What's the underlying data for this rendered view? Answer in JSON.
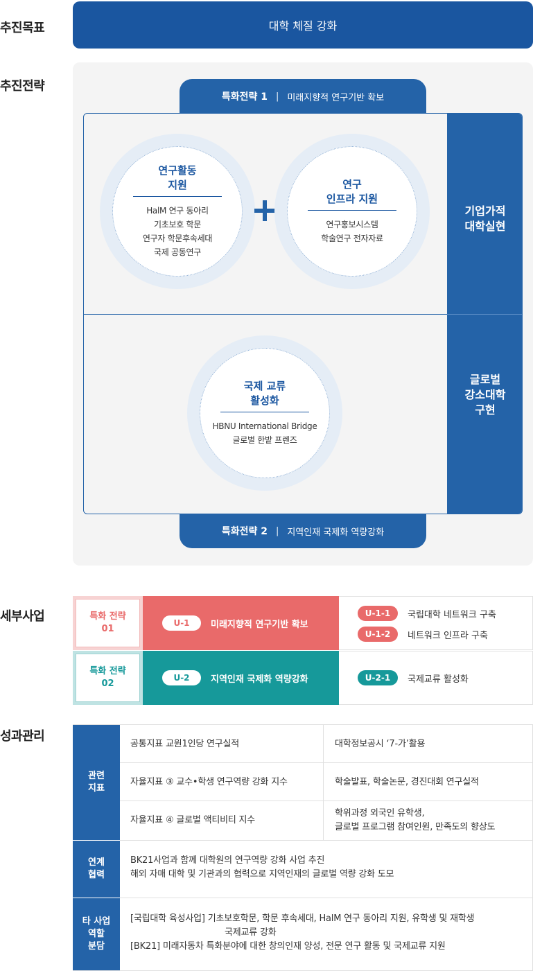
{
  "labels": {
    "goal": "추진목표",
    "strategy": "추진전략",
    "detail": "세부사업",
    "performance": "성과관리"
  },
  "goal": {
    "text": "대학 체질 강화"
  },
  "strategy": {
    "tab1": {
      "title": "특화전략 1",
      "desc": "미래지향적 연구기반 확보"
    },
    "tab2": {
      "title": "특화전략 2",
      "desc": "지역인재 국제화 역량강화"
    },
    "side1": [
      "기업가적",
      "대학실현"
    ],
    "side2": [
      "글로벌",
      "강소대학",
      "구현"
    ],
    "circle1": {
      "title": [
        "연구활동",
        "지원"
      ],
      "items": [
        "HalM 연구 동아리",
        "기초보호 학문",
        "연구자 학문후속세대",
        "국제 공동연구"
      ]
    },
    "circle2": {
      "title": [
        "연구",
        "인프라 지원"
      ],
      "items": [
        "연구홍보시스템",
        "학술연구 전자자료"
      ]
    },
    "circle3": {
      "title": [
        "국제 교류",
        "활성화"
      ],
      "items": [
        "HBNU International Bridge",
        "글로벌 한밭 프렌즈"
      ]
    }
  },
  "detail": {
    "row1": {
      "strategy": [
        "특화 전략",
        "01"
      ],
      "code": "U-1",
      "title": "미래지향적 연구기반 확보",
      "subs": [
        {
          "code": "U-1-1",
          "label": "국립대학 네트워크 구축"
        },
        {
          "code": "U-1-2",
          "label": "네트워크 인프라 구축"
        }
      ],
      "color": "#e96a6a"
    },
    "row2": {
      "strategy": [
        "특화 전략",
        "02"
      ],
      "code": "U-2",
      "title": "지역인재 국제화 역량강화",
      "subs": [
        {
          "code": "U-2-1",
          "label": "국제교류 활성화"
        }
      ],
      "color": "#16999a"
    }
  },
  "performance": {
    "head1": [
      "관련",
      "지표"
    ],
    "head2": [
      "연계",
      "협력"
    ],
    "head3": [
      "타 사업",
      "역할",
      "분담"
    ],
    "indicators": [
      {
        "left": "공통지표 교원1인당 연구실적",
        "right": [
          "대학정보공시 ‘7-가’활용"
        ]
      },
      {
        "left": "자율지표 ③ 교수•학생 연구역량 강화 지수",
        "right": [
          "학술발표, 학술논문, 경진대회 연구실적"
        ]
      },
      {
        "left": "자율지표 ④ 글로벌 액티비티 지수",
        "right": [
          "학위과정 외국인 유학생,",
          "글로벌 프로그램 참여인원, 만족도의 향상도"
        ]
      }
    ],
    "cooperation": [
      "BK21사업과 함께 대학원의 연구역량 강화 사업 추진",
      "해외 자매 대학 및 기관과의 협력으로 지역인재의 글로벌 역량 강화 도모"
    ],
    "roles": [
      "[국립대학 육성사업] 기초보호학문, 학문 후속세대, HalM 연구 동아리 지원, 유학생 및 재학생",
      "국제교류 강화",
      "[BK21] 미래자동차 특화분야에 대한 창의인재 양성, 전문 연구 활동 및 국제교류 지원"
    ]
  }
}
